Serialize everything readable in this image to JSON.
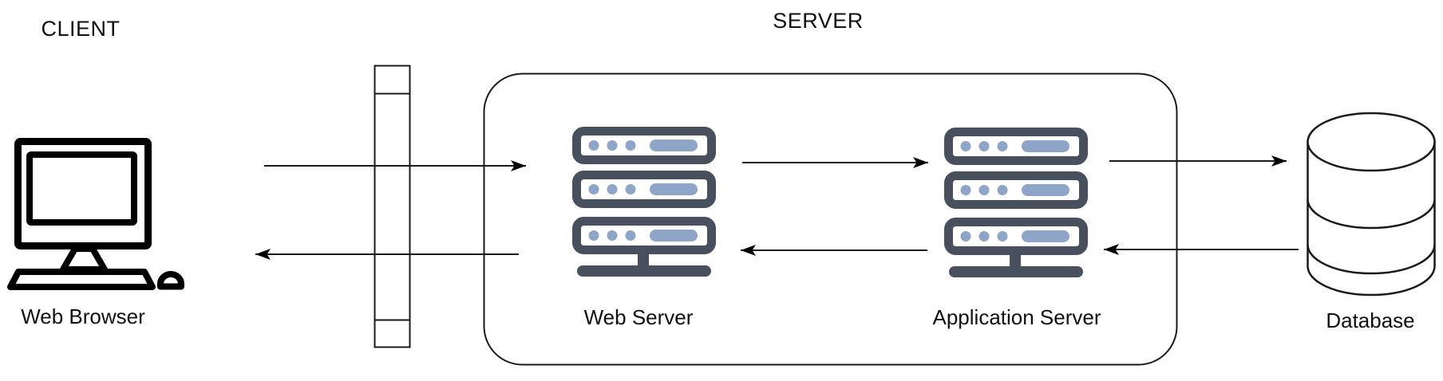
{
  "sections": {
    "client": {
      "label": "CLIENT"
    },
    "server": {
      "label": "SERVER"
    }
  },
  "nodes": {
    "web_browser": {
      "label": "Web Browser",
      "icon": "desktop-computer-icon",
      "section": "CLIENT"
    },
    "web_server": {
      "label": "Web Server",
      "icon": "server-rack-icon",
      "section": "SERVER"
    },
    "application_server": {
      "label": "Application Server",
      "icon": "server-rack-icon",
      "section": "SERVER"
    },
    "database": {
      "label": "Database",
      "icon": "database-cylinder-icon",
      "section": ""
    }
  },
  "connections": [
    {
      "from": "web_browser",
      "to": "web_server",
      "direction": "right"
    },
    {
      "from": "web_server",
      "to": "web_browser",
      "direction": "left"
    },
    {
      "from": "web_server",
      "to": "application_server",
      "direction": "right"
    },
    {
      "from": "application_server",
      "to": "web_server",
      "direction": "left"
    },
    {
      "from": "application_server",
      "to": "database",
      "direction": "right"
    },
    {
      "from": "database",
      "to": "application_server",
      "direction": "left"
    }
  ],
  "colors": {
    "background": "#ffffff",
    "line_stroke": "#1a1a1a",
    "icon_black": "#000000",
    "rack_dark": "#47505c",
    "rack_blue": "#8ea5c8"
  }
}
